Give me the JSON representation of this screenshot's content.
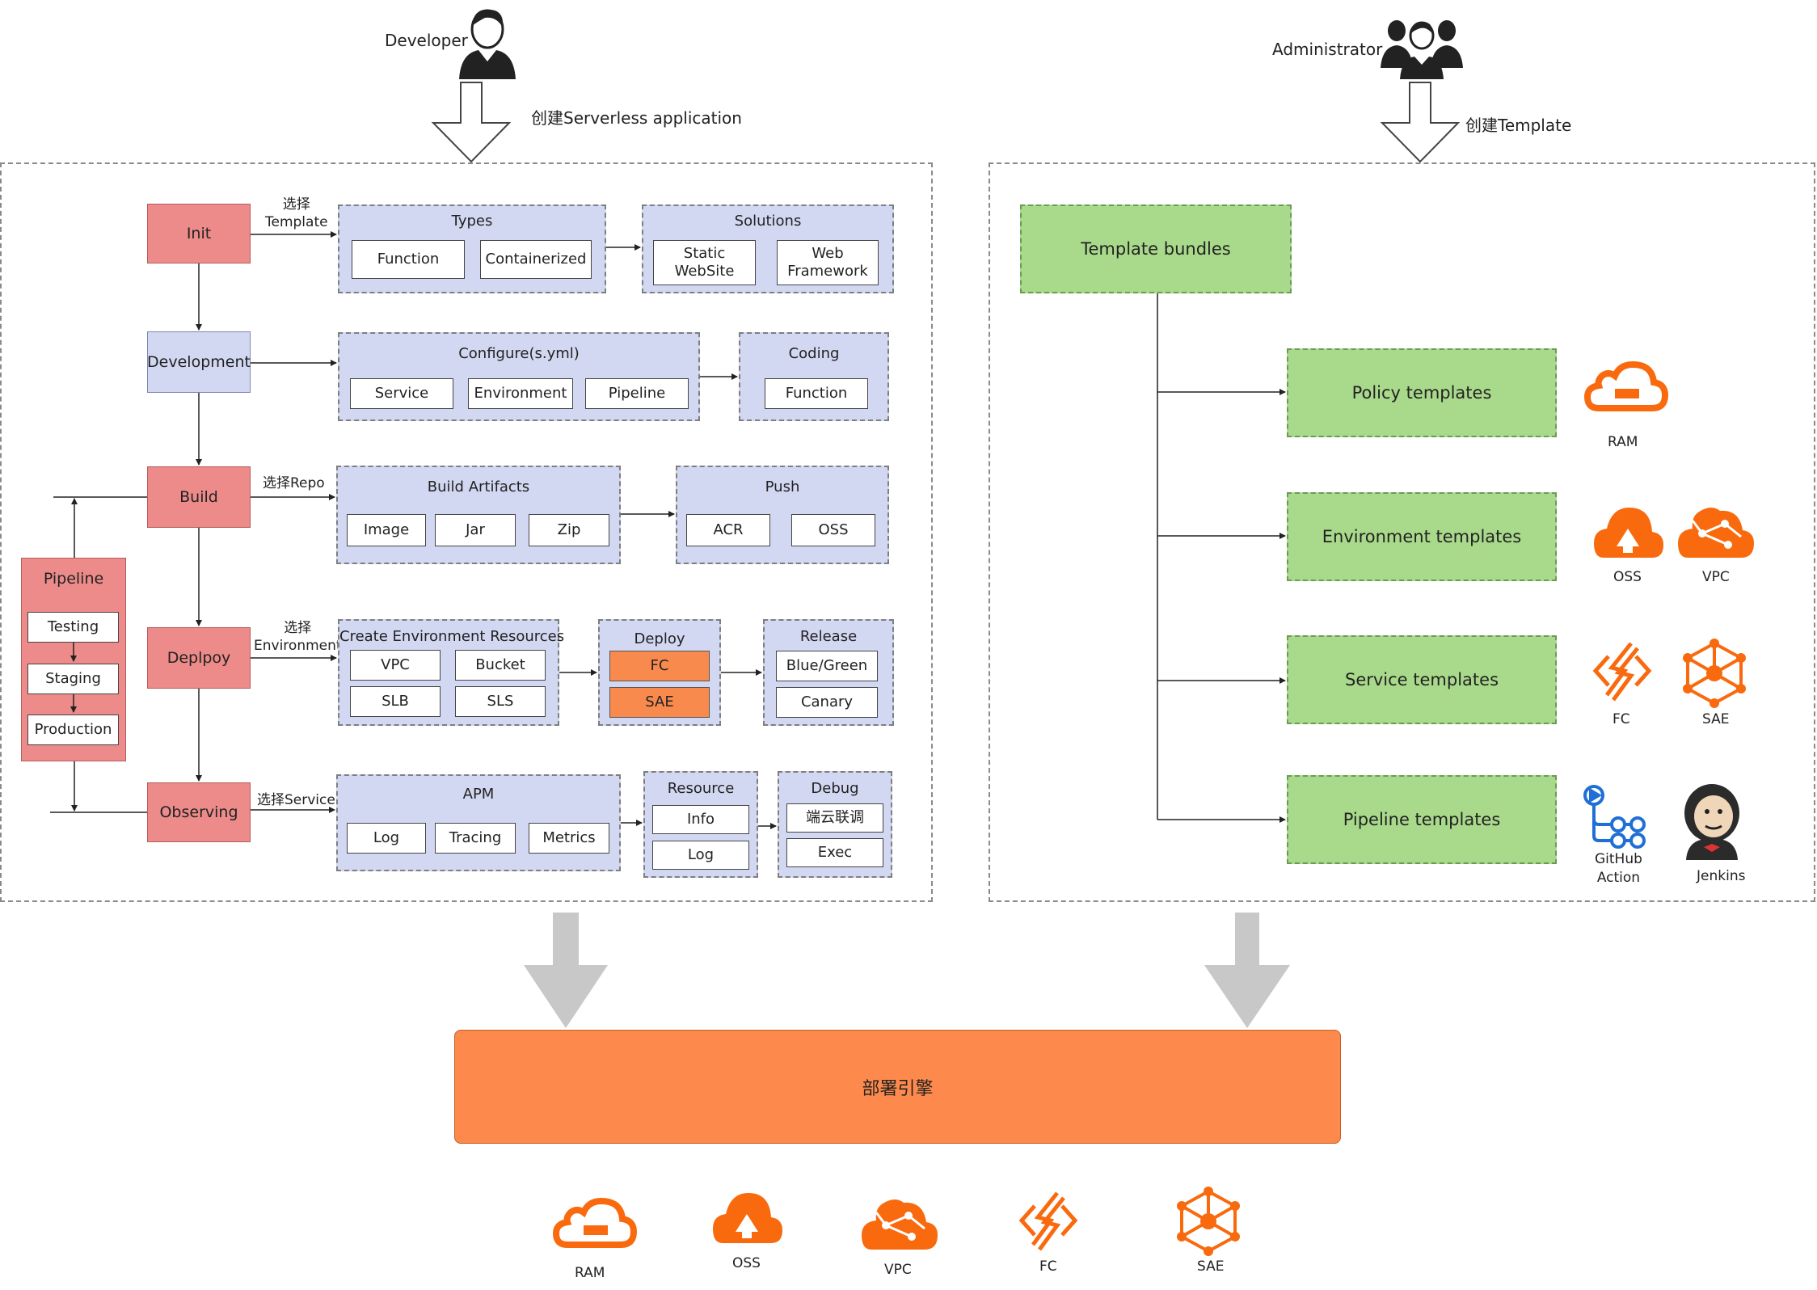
{
  "actors": {
    "developer": {
      "name": "Developer",
      "action": "创建Serverless application"
    },
    "administrator": {
      "name": "Administrator",
      "action": "创建Template"
    }
  },
  "stages": {
    "init": "Init",
    "development": "Development",
    "build": "Build",
    "deploy": "Deplpoy",
    "observing": "Observing"
  },
  "edge_labels": {
    "select_template": "选择\nTemplate",
    "select_repo": "选择Repo",
    "select_environment": "选择\nEnvironment",
    "select_service": "选择Service"
  },
  "pipeline": {
    "title": "Pipeline",
    "items": [
      "Testing",
      "Staging",
      "Production"
    ]
  },
  "groups": {
    "types": {
      "title": "Types",
      "items": [
        "Function",
        "Containerized"
      ]
    },
    "solutions": {
      "title": "Solutions",
      "items": [
        "Static WebSite",
        "Web\nFramework"
      ]
    },
    "configure": {
      "title": "Configure(s.yml)",
      "items": [
        "Service",
        "Environment",
        "Pipeline"
      ]
    },
    "coding": {
      "title": "Coding",
      "items": [
        "Function"
      ]
    },
    "build_artifacts": {
      "title": "Build Artifacts",
      "items": [
        "Image",
        "Jar",
        "Zip"
      ]
    },
    "push": {
      "title": "Push",
      "items": [
        "ACR",
        "OSS"
      ]
    },
    "create_env": {
      "title": "Create Environment Resources",
      "items": [
        "VPC",
        "Bucket",
        "SLB",
        "SLS"
      ]
    },
    "deploy": {
      "title": "Deploy",
      "items": [
        "FC",
        "SAE"
      ]
    },
    "release": {
      "title": "Release",
      "items": [
        "Blue/Green",
        "Canary"
      ]
    },
    "apm": {
      "title": "APM",
      "items": [
        "Log",
        "Tracing",
        "Metrics"
      ]
    },
    "resource": {
      "title": "Resource",
      "items": [
        "Info",
        "Log"
      ]
    },
    "debug": {
      "title": "Debug",
      "items": [
        "端云联调",
        "Exec"
      ]
    }
  },
  "templates": {
    "bundles": "Template bundles",
    "policy": "Policy templates",
    "environment": "Environment templates",
    "service": "Service templates",
    "pipeline": "Pipeline templates"
  },
  "right_icons": {
    "ram": "RAM",
    "oss": "OSS",
    "vpc": "VPC",
    "fc": "FC",
    "sae": "SAE",
    "github_action": "GitHub\nAction",
    "jenkins": "Jenkins"
  },
  "engine": "部署引擎",
  "bottom_icons": [
    "RAM",
    "OSS",
    "VPC",
    "FC",
    "SAE"
  ],
  "colors": {
    "stage_red": "#ec8b89",
    "group_blue": "#d3d8f2",
    "template_green": "#a9da8b",
    "engine_orange": "#fd8a4c",
    "icon_orange": "#f96a0e"
  }
}
